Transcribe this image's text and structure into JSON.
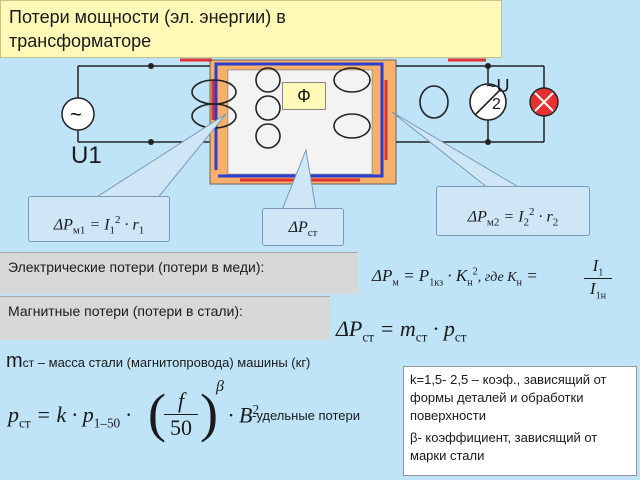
{
  "title": {
    "line1": "Потери мощности (эл. энергии) в",
    "line2": "трансформаторе"
  },
  "diagram": {
    "phi_label": "Ф",
    "source_label": "U1",
    "load_label": "~U",
    "load_index": "2"
  },
  "bubbles": {
    "copper1": {
      "delta": "ΔP",
      "sub": "м1",
      "eq": " = I",
      "isub": "1",
      "sup": "2",
      "tail": " · r",
      "rsub": "1"
    },
    "steel": {
      "delta": "ΔP",
      "sub": "ст"
    },
    "copper2": {
      "delta": "ΔP",
      "sub": "м2",
      "eq": " = I",
      "isub": "2",
      "sup": "2",
      "tail": " · r",
      "rsub": "2"
    }
  },
  "electric": {
    "label": "Электрические потери (потери в меди):",
    "formula": {
      "lhs": "ΔP",
      "lhs_sub": "м",
      "eq": " = P",
      "p_sub": "1кз",
      "k": " · K",
      "k_sub": "н",
      "k_sup": "2",
      "where": ", где  K",
      "where_sub": "н",
      "eq2": " = ",
      "num": "I",
      "num_sub": "1",
      "den": "I",
      "den_sub": "1н"
    }
  },
  "magnetic": {
    "label": "Магнитные потери (потери в стали):",
    "formula": {
      "lhs": "ΔP",
      "lhs_sub": "ст",
      "eq": " = m",
      "m_sub": "ст",
      "mid": " · p",
      "p_sub": "ст"
    }
  },
  "mass_note": {
    "symbol": "m",
    "symbol_sub": "ст",
    "text": " – масса стали (магнитопровода) машины (кг)"
  },
  "specific": {
    "lhs": "p",
    "lhs_sub": "ст",
    "eq": " = k · p",
    "p_sub": "1–50",
    "f": "f",
    "d": "50",
    "beta": "β",
    "b": "· B",
    "b_sup": "2",
    "label": "-удельные потери"
  },
  "notes": {
    "k": "k=1,5- 2,5 – коэф., зависящий от формы деталей и обработки поверхности",
    "beta": "β- коэффициент, зависящий от марки стали"
  },
  "colors": {
    "title_bg": "#fff9b8",
    "core": "#f7b06a",
    "arrow": "#e03030",
    "flux": "#2a3fd0",
    "lamp": "#e83030"
  }
}
